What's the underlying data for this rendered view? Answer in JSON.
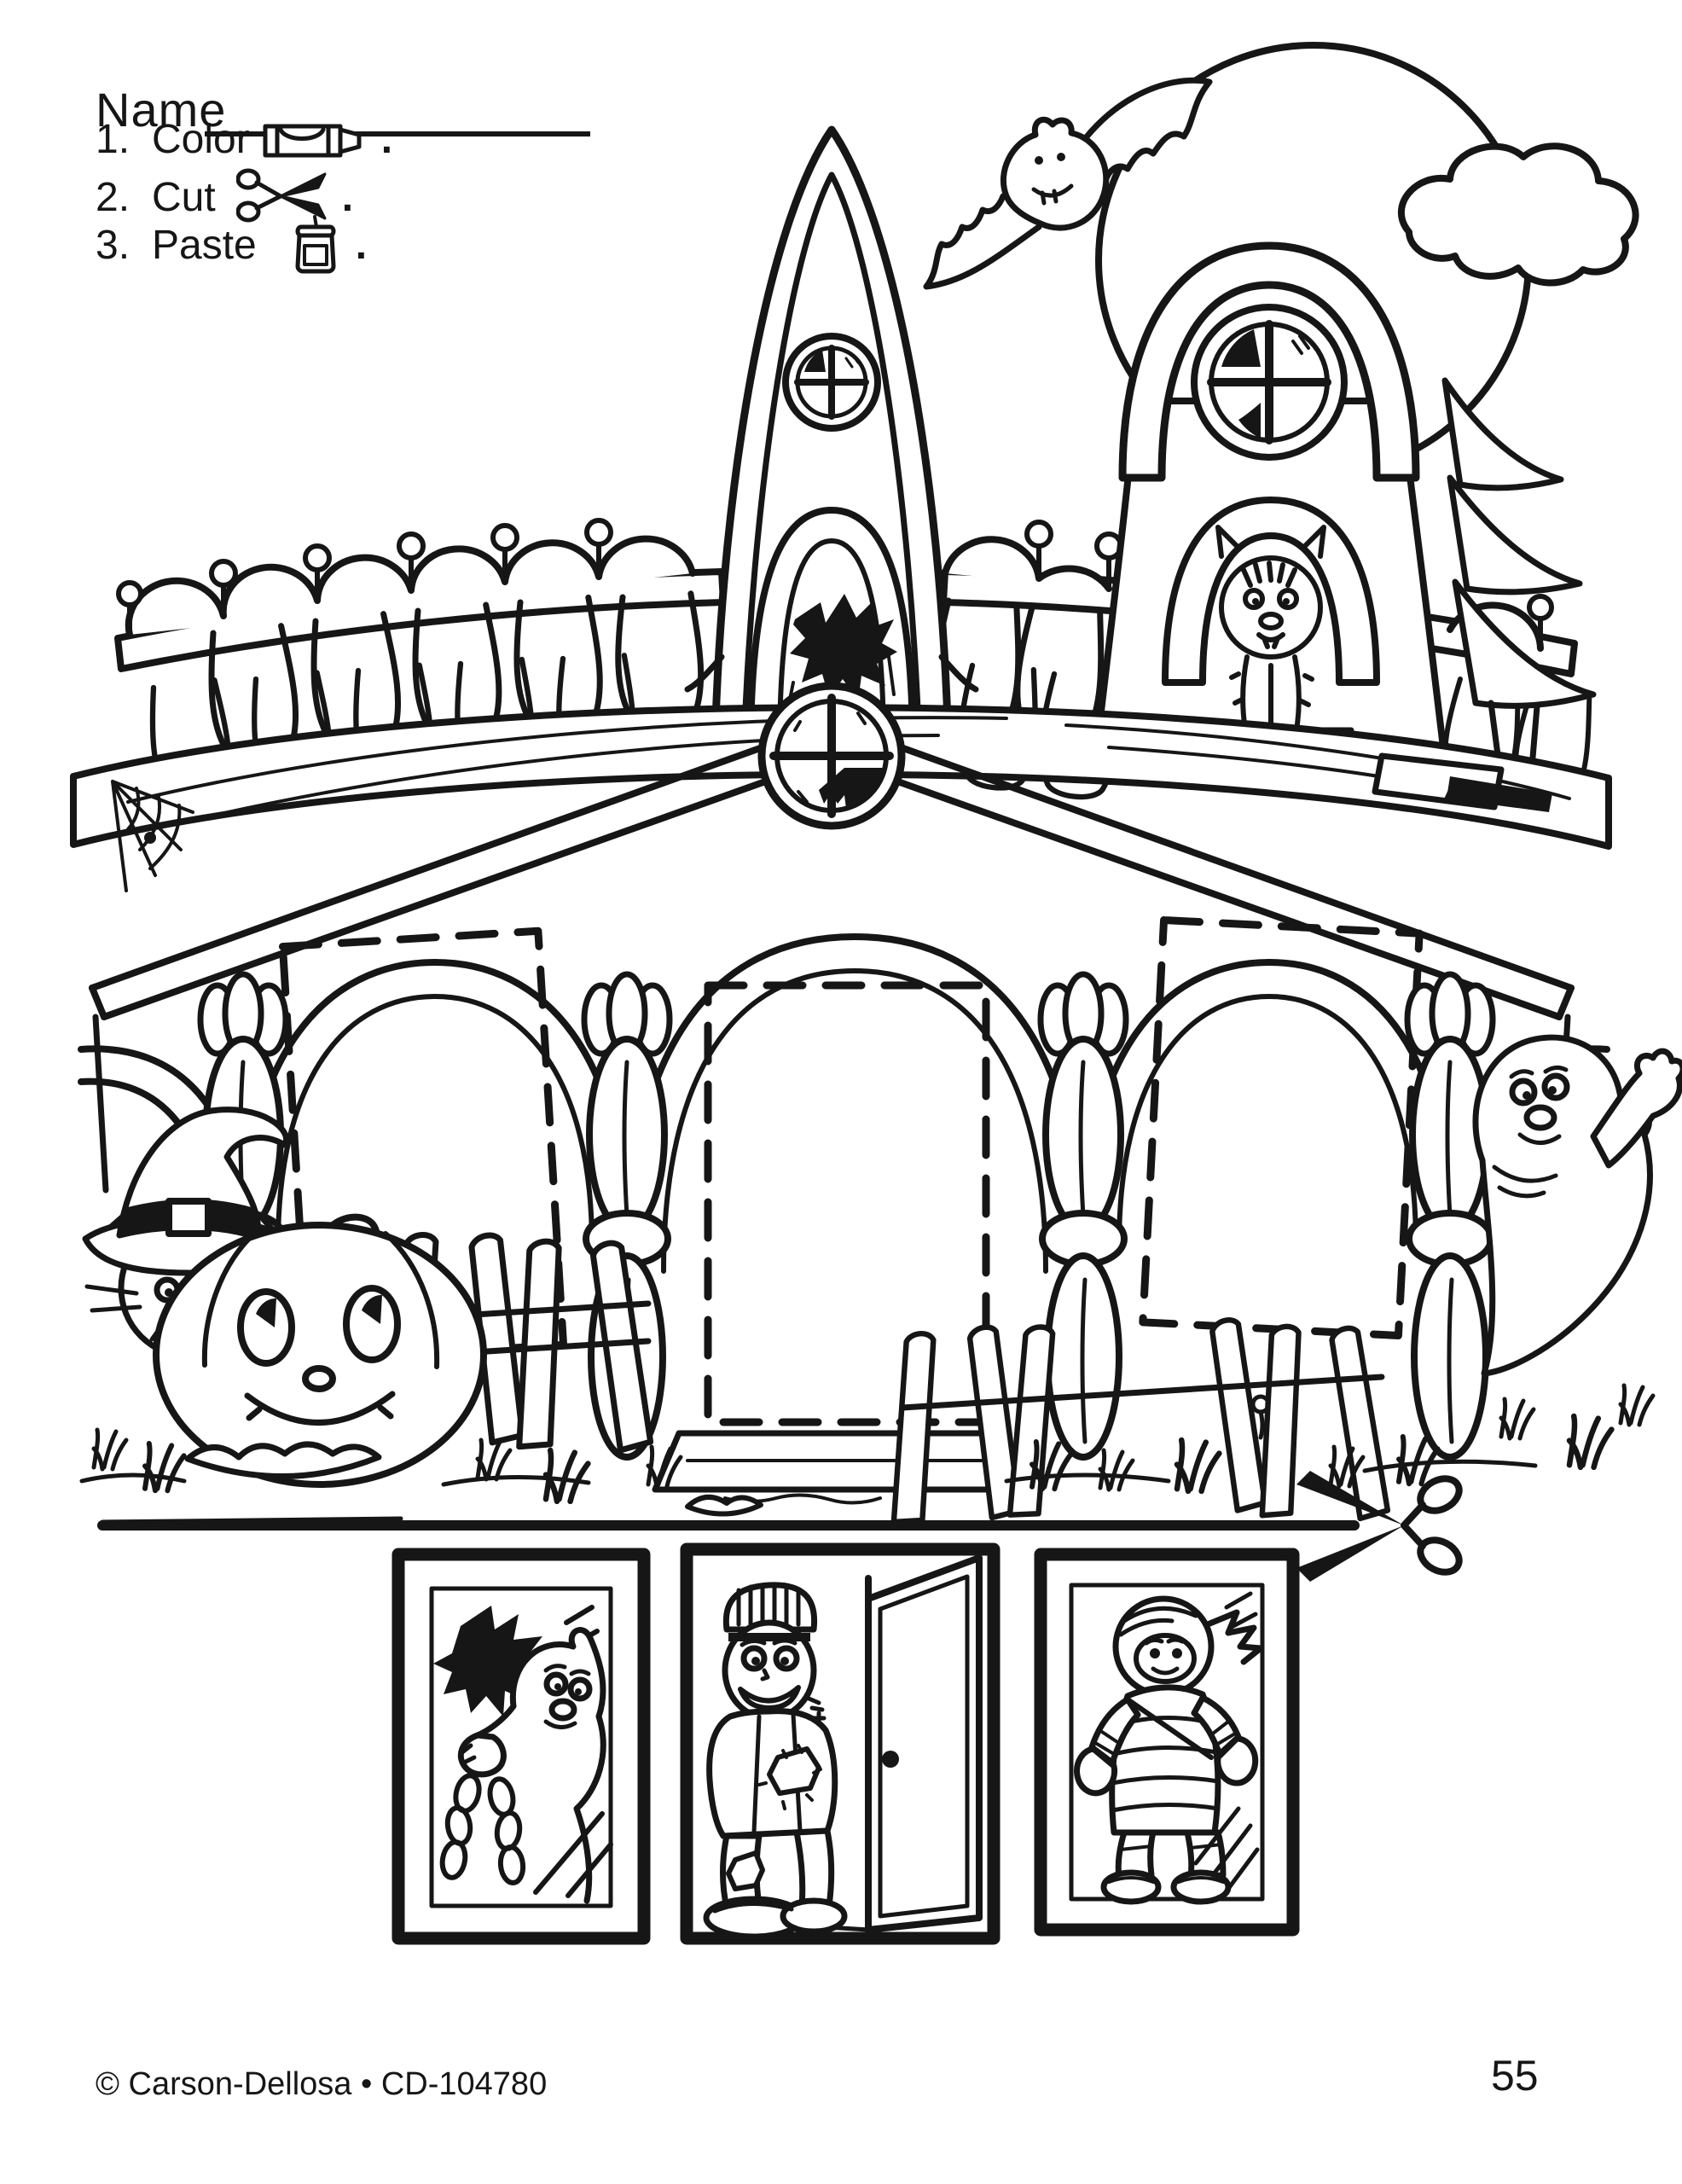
{
  "page": {
    "name_label": "Name",
    "instructions": [
      {
        "number": "1.",
        "label": "Color",
        "icon": "crayon-icon",
        "suffix": "."
      },
      {
        "number": "2.",
        "label": "Cut",
        "icon": "scissors-icon",
        "suffix": "."
      },
      {
        "number": "3.",
        "label": "Paste",
        "icon": "glue-jar-icon",
        "suffix": "."
      }
    ],
    "footer": {
      "copyright": "© Carson-Dellosa • CD-104780",
      "page_number": "55"
    },
    "colors": {
      "ink": "#161616",
      "paper": "#ffffff"
    }
  },
  "illustration": {
    "description": "Haunted house coloring scene with three dashed paste areas",
    "elements": [
      "moon",
      "cloud",
      "flying-bat",
      "steeple-with-broken-round-window",
      "bat-in-attic-window",
      "tower-round-window",
      "cat-in-tower-window",
      "drooping-tree",
      "scalloped-roof-crest",
      "roof-shingles",
      "spider-web",
      "attic-round-window-broken-pane",
      "porch-gable",
      "porch-arches",
      "baluster-columns",
      "paste-area-left",
      "paste-area-center",
      "paste-area-right",
      "porch-step",
      "witch-hat-cat",
      "smiling-pumpkin",
      "picket-fence",
      "grass-tufts",
      "waving-ghost"
    ]
  },
  "cut_line": {
    "icon": "scissors-icon"
  },
  "cutouts": [
    {
      "name": "ghost-with-chain"
    },
    {
      "name": "frankenstein-at-open-door"
    },
    {
      "name": "mummy"
    }
  ]
}
